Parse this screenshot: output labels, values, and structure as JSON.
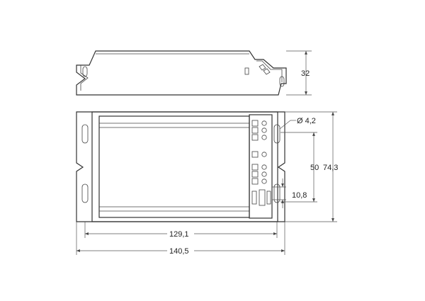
{
  "dimensions": {
    "side_height": "32",
    "hole_diameter": "Ø 4,2",
    "hole_spacing": "50",
    "overall_height": "74,3",
    "terminal_pitch": "10,8",
    "hole_distance": "129,1",
    "overall_length": "140,5"
  }
}
